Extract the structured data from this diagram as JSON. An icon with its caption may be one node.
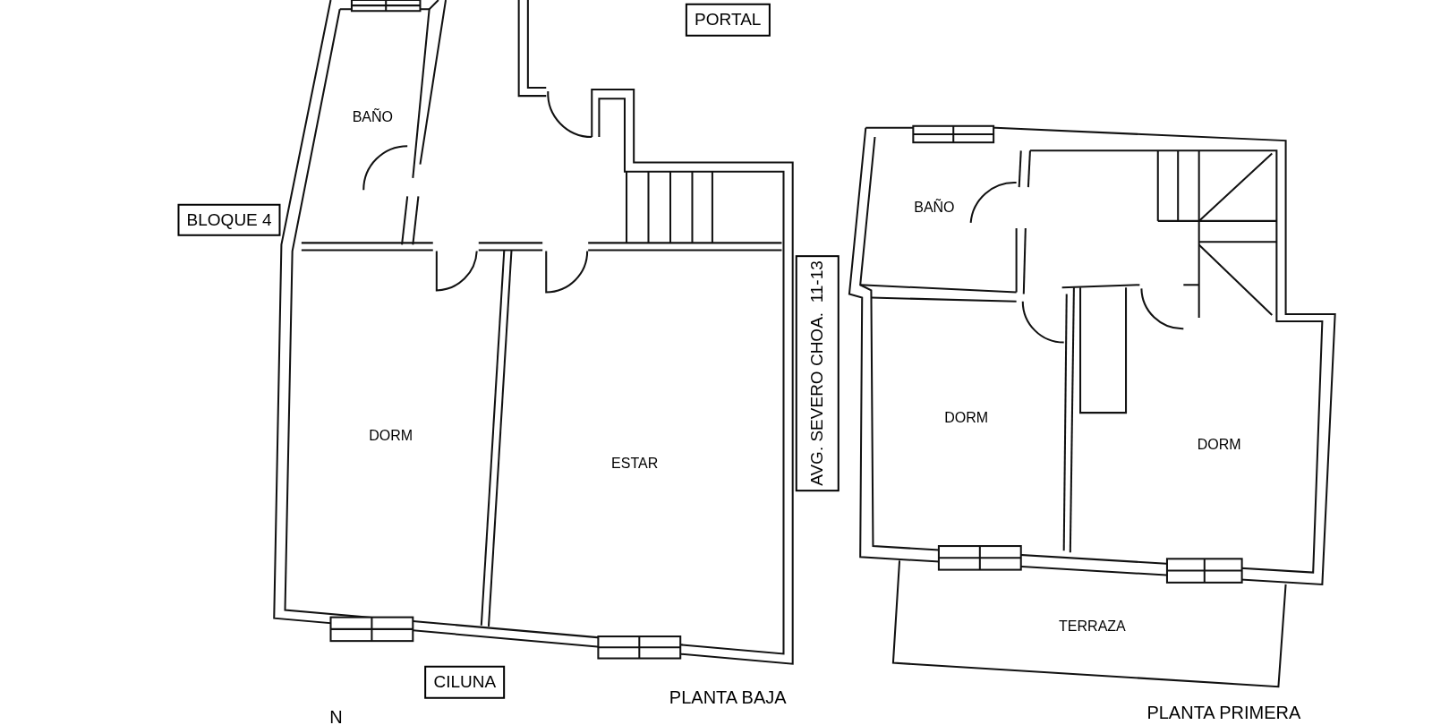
{
  "diagram": {
    "nodes": [
      {
        "text": [
          "PORTAL"
        ]
      },
      {
        "text": [
          "BLOQUE 4"
        ]
      },
      {
        "text": [
          "BAÑO"
        ]
      },
      {
        "text": [
          "DORM"
        ]
      },
      {
        "text": [
          "ESTAR"
        ]
      },
      {
        "text": [
          "AVG. SEVERO CHOA.  11-13"
        ]
      },
      {
        "text": [
          "CILUNA"
        ]
      },
      {
        "text": [
          "BAÑO"
        ]
      },
      {
        "text": [
          "DORM"
        ]
      },
      {
        "text": [
          "DORM"
        ]
      },
      {
        "text": [
          "TERRAZA"
        ]
      }
    ],
    "labels": [
      "PLANTA BAJA",
      "N",
      "PLANTA PRIMERA"
    ]
  }
}
